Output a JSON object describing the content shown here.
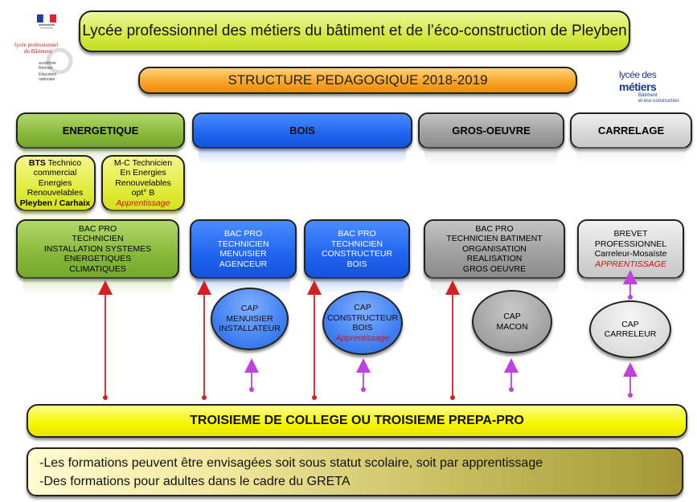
{
  "header": {
    "title": "Lycée professionnel des métiers du bâtiment et de l’éco-construction de Pleyben",
    "subtitle": "STRUCTURE PEDAGOGIQUE 2018-2019"
  },
  "logos": {
    "left_line1": "lycée professionnel",
    "left_line2": "du Bâtiment",
    "left_line3": "académie",
    "left_line4": "Rennes",
    "left_line5": "Éducation",
    "left_line6": "nationale",
    "right_main1": "lycée des",
    "right_main2": "métiers",
    "right_sub1": "Bâtiment",
    "right_sub2": "et éco-construction"
  },
  "columns": {
    "energetique": "ENERGETIQUE",
    "bois": "BOIS",
    "gros_oeuvre": "GROS-OEUVRE",
    "carrelage": "CARRELAGE"
  },
  "bts": {
    "bold1": "BTS",
    "line1": " Technico",
    "line2": "commercial",
    "line3": "Energies",
    "line4": "Renouvelables",
    "line5": "Pleyben / Carhaix"
  },
  "mc": {
    "line1": "M-C Technicien",
    "line2": "En Energies",
    "line3": "Renouvelables",
    "line4": "opt° B",
    "line5": "Apprentissage"
  },
  "bac_energetique": {
    "line1": "BAC PRO",
    "line2": "TECHNICIEN",
    "line3": "INSTALLATION SYSTEMES",
    "line4": "ENERGETIQUES",
    "line5": "CLIMATIQUES"
  },
  "bac_menuisier": {
    "line1": "BAC PRO",
    "line2": "TECHNICIEN",
    "line3": "MENUISIER",
    "line4": "AGENCEUR"
  },
  "bac_constructeur": {
    "line1": "BAC PRO",
    "line2": "TECHNICIEN",
    "line3": "CONSTRUCTEUR",
    "line4": "BOIS"
  },
  "bac_batiment": {
    "line1": "BAC PRO",
    "line2": "TECHNICIEN BATIMENT",
    "line3": "ORGANISATION",
    "line4": "REALISATION",
    "line5": "GROS OEUVRE"
  },
  "brevet": {
    "line1": "BREVET",
    "line2": "PROFESSIONNEL",
    "line3": "Carreleur-Mosaïste",
    "line4": "APPRENTISSAGE"
  },
  "cap_menuisier": {
    "line1": "CAP",
    "line2": "MENUISIER",
    "line3": "INSTALLATEUR"
  },
  "cap_constructeur": {
    "line1": "CAP",
    "line2": "CONSTRUCTEUR",
    "line3": "BOIS",
    "line4": "Apprentissage"
  },
  "cap_macon": {
    "line1": "CAP",
    "line2": "MACON"
  },
  "cap_carreleur": {
    "line1": "CAP",
    "line2": "CARRELEUR"
  },
  "bottom_bar": "TROISIEME DE COLLEGE OU TROISIEME PREPA-PRO",
  "notes": [
    "-Les formations peuvent être envisagées soit sous statut scolaire, soit par apprentissage",
    "-Des formations pour adultes dans le cadre du GRETA"
  ],
  "colors": {
    "red_arrow": "#d42020",
    "purple_arrow": "#c040e0"
  }
}
